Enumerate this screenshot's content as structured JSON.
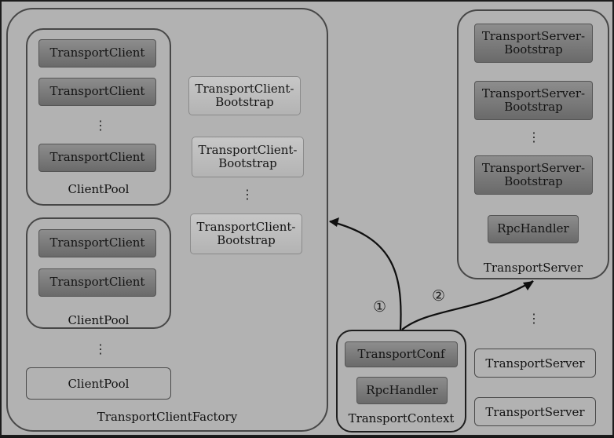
{
  "factory": {
    "label": "TransportClientFactory",
    "pools": [
      {
        "clients": [
          "TransportClient",
          "TransportClient",
          "TransportClient"
        ],
        "ellipsis": "⋮",
        "label": "ClientPool"
      },
      {
        "clients": [
          "TransportClient",
          "TransportClient"
        ],
        "label": "ClientPool"
      },
      {
        "label": "ClientPool"
      }
    ],
    "pool_ellipsis": "⋮",
    "bootstraps": [
      "TransportClient-\nBootstrap",
      "TransportClient-\nBootstrap",
      "TransportClient-\nBootstrap"
    ],
    "bootstrap_ellipsis": "⋮"
  },
  "server": {
    "label": "TransportServer",
    "bootstraps": [
      "TransportServer-\nBootstrap",
      "TransportServer-\nBootstrap",
      "TransportServer-\nBootstrap"
    ],
    "ellipsis": "⋮",
    "handler": "RpcHandler"
  },
  "context": {
    "label": "TransportContext",
    "conf": "TransportConf",
    "handler": "RpcHandler"
  },
  "other_servers": {
    "ellipsis": "⋮",
    "items": [
      "TransportServer",
      "TransportServer"
    ]
  },
  "markers": [
    "①",
    "②"
  ]
}
